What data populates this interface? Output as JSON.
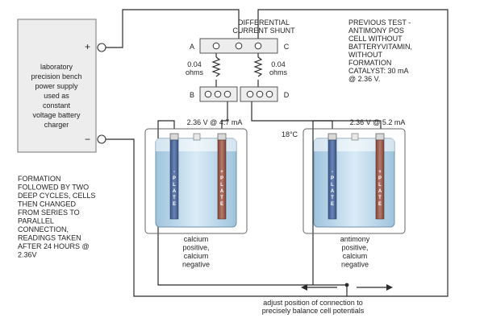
{
  "supply": {
    "lines": [
      "laboratory",
      "precision bench",
      "power supply",
      "used as",
      "constant",
      "voltage battery",
      "charger"
    ],
    "plus": "+",
    "minus": "−"
  },
  "shunt": {
    "title_lines": [
      "DIFFERENTIAL",
      "CURRENT SHUNT"
    ],
    "label_a": "A",
    "label_b": "B",
    "label_c": "C",
    "label_d": "D",
    "resistor_left": [
      "0.04",
      "ohms"
    ],
    "resistor_right": [
      "0.04",
      "ohms"
    ]
  },
  "previous_test": {
    "lines": [
      "PREVIOUS TEST -",
      "ANTIMONY POS",
      "CELL WITHOUT",
      "BATTERYVITAMIN,",
      "WITHOUT",
      "FORMATION",
      "CATALYST: 30 mA",
      "@ 2.36 V."
    ]
  },
  "cells": {
    "left_reading": "2.36 V @ 4.7 mA",
    "right_reading": "2.36 V @ 5.2 mA",
    "temperature": "18°C",
    "minus_plate_letters": [
      "-",
      "P",
      "L",
      "A",
      "T",
      "E"
    ],
    "plus_plate_letters": [
      "+",
      "P",
      "L",
      "A",
      "T",
      "E"
    ],
    "left_caption": [
      "calcium",
      "positive,",
      "calcium",
      "negative"
    ],
    "right_caption": [
      "antimony",
      "positive,",
      "calcium",
      "negative"
    ]
  },
  "formation_note": {
    "lines": [
      "FORMATION",
      "FOLLOWED BY TWO",
      "DEEP CYCLES, CELLS",
      "THEN CHANGED",
      "FROM SERIES TO",
      "PARALLEL",
      "CONNECTION,",
      "READINGS TAKEN",
      "AFTER 24 HOURS @",
      "2.36V"
    ]
  },
  "adjust_note": {
    "lines": [
      "adjust position of connection to",
      "precisely balance cell potentials"
    ]
  },
  "colors": {
    "negative_plate": "#4a6496",
    "positive_plate": "#9a5a4e",
    "electrolyte": "#bcd9ec",
    "wire": "#2b2b2b"
  }
}
